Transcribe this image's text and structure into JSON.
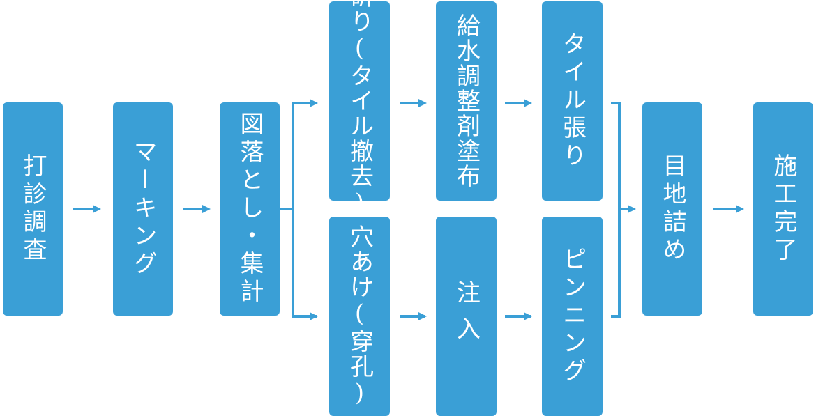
{
  "steps": {
    "dashin": "打診調査",
    "marking": "マーキング",
    "zuotoshi": "図落とし・集計",
    "hatsuri": "斫り(タイル撤去)",
    "kyusui": "給水調整剤塗布",
    "tairu_bari": "タイル張り",
    "anaake": "穴あけ(穿孔)",
    "chunyu": "注入",
    "pinning": "ピンニング",
    "mejizume": "目地詰め",
    "seko_kanryo": "施工完了"
  },
  "colors": {
    "box": "#3a9fd6",
    "arrow": "#3a9fd6",
    "text": "#ffffff"
  }
}
